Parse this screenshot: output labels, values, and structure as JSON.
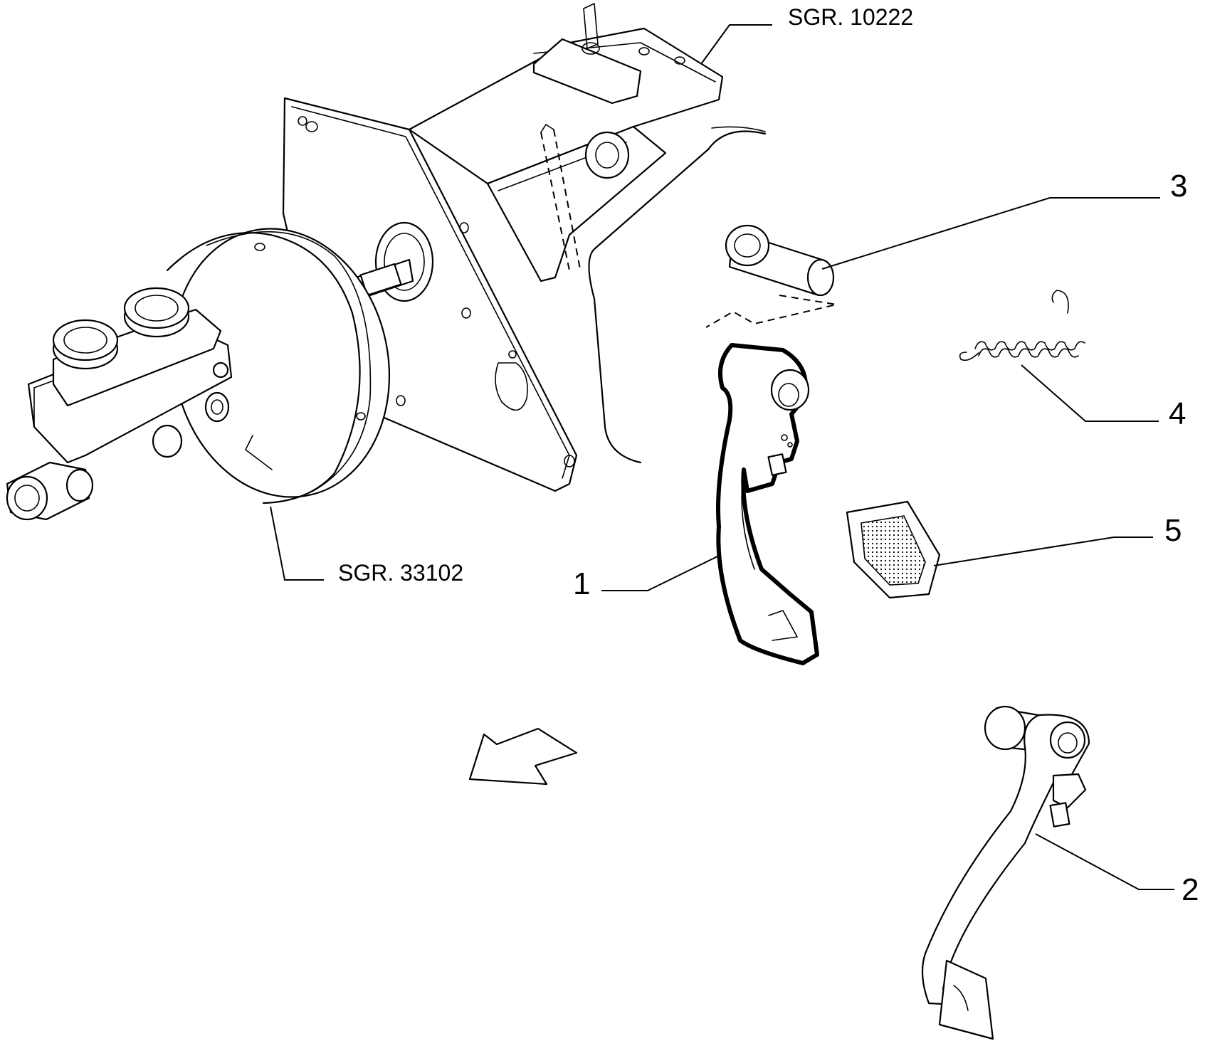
{
  "references": {
    "pedal_bracket": "SGR. 10222",
    "brake_servo": "SGR. 33102"
  },
  "callouts": [
    {
      "number": "1"
    },
    {
      "number": "2"
    },
    {
      "number": "3"
    },
    {
      "number": "4"
    },
    {
      "number": "5"
    }
  ],
  "colors": {
    "line": "#000000",
    "background": "#ffffff"
  },
  "icons": {
    "direction_arrow": "front-direction-arrow-icon"
  }
}
